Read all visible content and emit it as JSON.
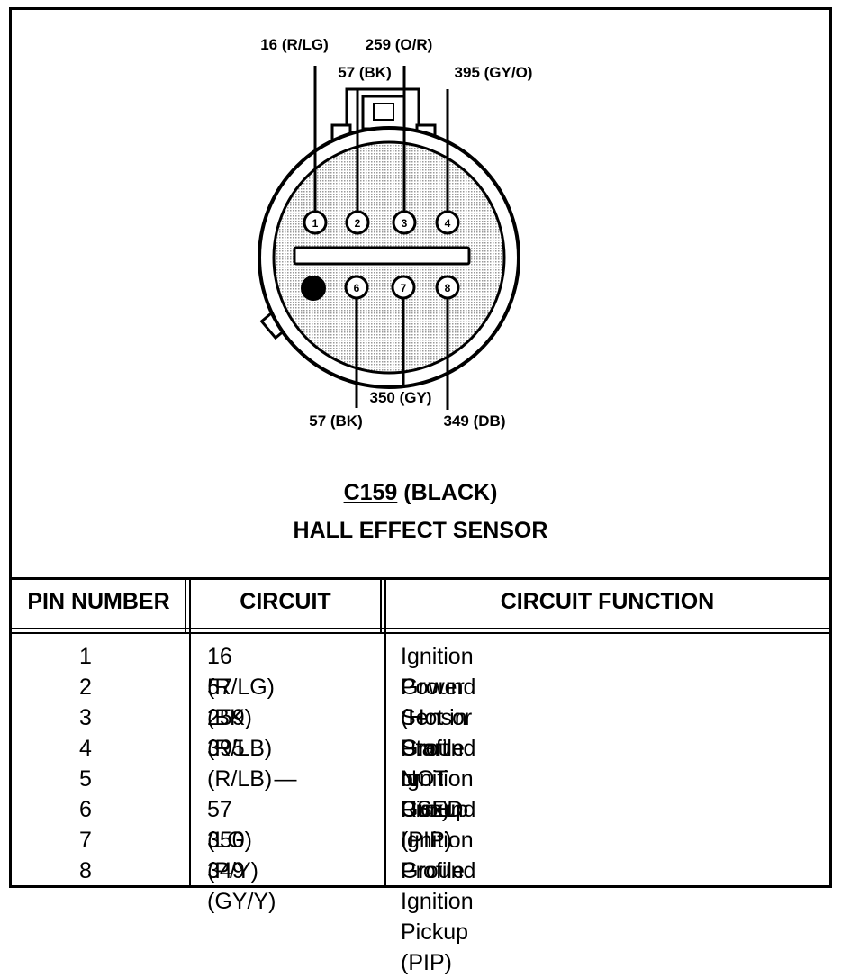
{
  "connector": {
    "id": "C159",
    "color": "(BLACK)",
    "name": "HALL EFFECT SENSOR"
  },
  "callouts": {
    "top": [
      "16 (R/LG)",
      "57 (BK)",
      "259 (O/R)",
      "395 (GY/O)"
    ],
    "bottom": [
      "57 (BK)",
      "350 (GY)",
      "349 (DB)"
    ]
  },
  "pins_top": [
    "1",
    "2",
    "3",
    "4"
  ],
  "pins_bottom": [
    "6",
    "7",
    "8"
  ],
  "table": {
    "headers": [
      "PIN NUMBER",
      "CIRCUIT",
      "CIRCUIT FUNCTION"
    ],
    "rows": [
      {
        "pin": "1",
        "circuit": "16 (R/LG)",
        "function": "Ignition Power (Hot in Start or Run)"
      },
      {
        "pin": "2",
        "circuit": "57 (BK)",
        "function": "Ground"
      },
      {
        "pin": "3",
        "circuit": "259 (R/LB)",
        "function": "Sensor Ground"
      },
      {
        "pin": "4",
        "circuit": "395 (R/LB)",
        "function": "Profile Ignition Pickup (PIP)"
      },
      {
        "pin": "5",
        "circuit": "—",
        "function": "NOT USED"
      },
      {
        "pin": "6",
        "circuit": "57 (LG)",
        "function": "Ground"
      },
      {
        "pin": "7",
        "circuit": "350 (P/Y)",
        "function": "Ignition Ground"
      },
      {
        "pin": "8",
        "circuit": "349 (GY/Y)",
        "function": "Profile Ignition Pickup (PIP)"
      }
    ]
  }
}
